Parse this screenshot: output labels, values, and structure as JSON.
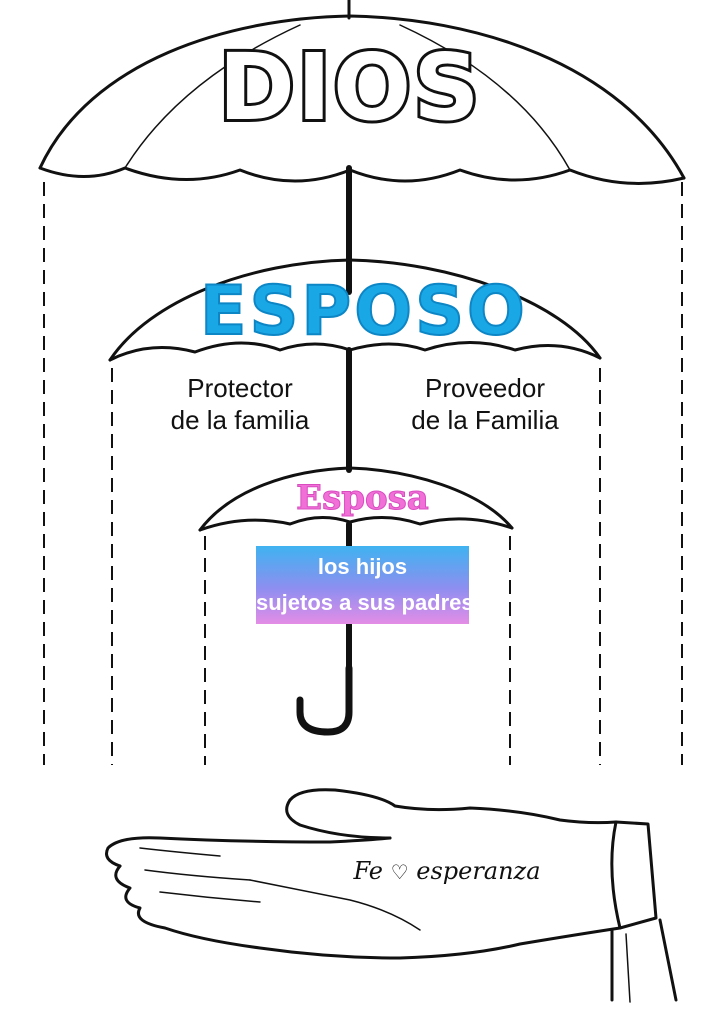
{
  "top_umbrella": {
    "label": "DIOS"
  },
  "middle_umbrella": {
    "label": "ESPOSO",
    "left_caption": [
      "Protector",
      "de la familia"
    ],
    "right_caption": [
      "Proveedor",
      "de la Familia"
    ]
  },
  "small_umbrella": {
    "label": "Esposa",
    "box_lines": [
      "los hijos",
      "sujetos a sus padres"
    ]
  },
  "hand_text": {
    "before": "Fe",
    "symbol": "♡",
    "after": "esperanza"
  },
  "colors": {
    "esposo": "#1aa7e6",
    "esposa": "#f070d8",
    "box_top": "#3fb3f0",
    "box_bottom": "#e48de6",
    "line": "#111111"
  }
}
